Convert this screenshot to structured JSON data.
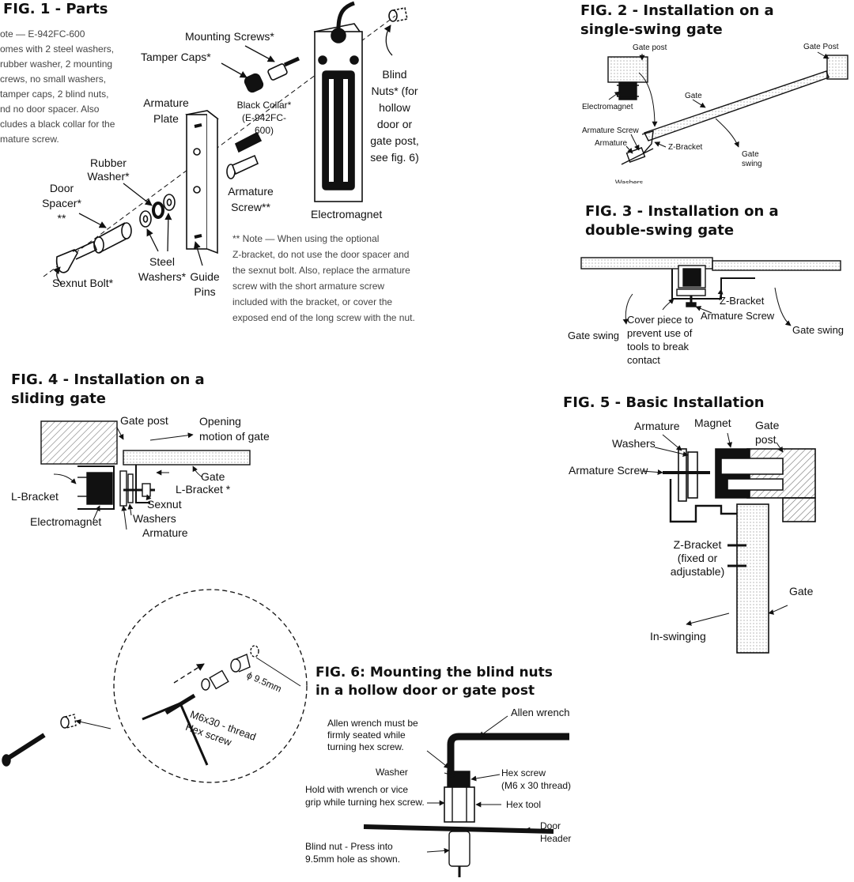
{
  "colors": {
    "ink": "#111111",
    "paper": "#ffffff",
    "note_gray": "#444444",
    "hatch": "#777777"
  },
  "fig1": {
    "title": "FIG. 1 - Parts",
    "note_left": "ote — E-942FC-600\nomes with 2 steel washers,\nrubber washer, 2 mounting\ncrews, no small washers,\ntamper caps, 2 blind nuts,\nnd no door spacer.  Also\ncludes a black collar for the\nmature screw.",
    "labels": {
      "mounting_screws": "Mounting Screws*",
      "tamper_caps": "Tamper Caps*",
      "blind_nuts": "Blind\nNuts* (for\nhollow\ndoor or\ngate post,\nsee fig. 6)",
      "armature_plate": "Armature\nPlate",
      "black_collar": "Black Collar*\n(E-942FC-600)",
      "rubber_washer": "Rubber\nWasher*",
      "door_spacer": "Door\nSpacer*\n**",
      "armature_screw": "Armature\nScrew**",
      "electromagnet": "Electromagnet",
      "steel_washers": "Steel\nWashers*",
      "guide_pins": "Guide\nPins",
      "sexnut_bolt": "Sexnut Bolt*"
    },
    "note_bottom": "**  Note — When using the optional\n      Z-bracket, do not use the door spacer and\n      the sexnut bolt.  Also, replace the armature\n      screw with the short armature screw\n      included with the bracket, or cover the\n      exposed end of the long screw with the nut."
  },
  "fig2": {
    "title": "FIG. 2 - Installation on a\nsingle-swing gate",
    "labels": {
      "gate_post_left": "Gate post",
      "gate_post_right": "Gate Post",
      "electromagnet": "Electromagnet",
      "gate": "Gate",
      "armature_screw": "Armature Screw",
      "armature": "Armature",
      "z_bracket": "Z-Bracket",
      "gate_swing": "Gate\nswing",
      "washers": "Washers"
    }
  },
  "fig3": {
    "title": "FIG. 3 - Installation on a\ndouble-swing gate",
    "labels": {
      "z_bracket": "Z-Bracket",
      "armature_screw": "Armature Screw",
      "gate_swing_left": "Gate swing",
      "gate_swing_right": "Gate swing",
      "cover_piece": "Cover piece to\nprevent use of\ntools to break\ncontact"
    }
  },
  "fig4": {
    "title": "FIG. 4 - Installation on a\nsliding gate",
    "labels": {
      "gate_post": "Gate post",
      "opening_motion": "Opening\nmotion of gate",
      "gate": "Gate",
      "l_bracket_right": "L-Bracket *",
      "l_bracket_left": "L-Bracket",
      "sexnut": "Sexnut",
      "washers": "Washers",
      "electromagnet": "Electromagnet",
      "armature": "Armature"
    }
  },
  "fig5": {
    "title": "FIG. 5 - Basic Installation",
    "labels": {
      "armature": "Armature",
      "magnet": "Magnet",
      "gate_post": "Gate\npost",
      "washers": "Washers",
      "armature_screw": "Armature Screw",
      "z_bracket": "Z-Bracket\n(fixed or\nadjustable)",
      "gate": "Gate",
      "in_swinging": "In-swinging"
    }
  },
  "fig6": {
    "title": "FIG. 6: Mounting the blind nuts\nin a hollow door or gate post",
    "labels": {
      "hole_diameter": "ϕ 9.5mm",
      "screw_spec": "M6x30 - thread\nHex screw",
      "allen_wrench": "Allen wrench",
      "allen_note": "Allen wrench must be\nfirmly seated while\nturning hex screw.",
      "washer": "Washer",
      "hex_screw": "Hex screw\n(M6 x 30 thread)",
      "hold_note": "Hold with wrench or vice\ngrip while turning hex screw.",
      "hex_tool": "Hex tool",
      "door_header": "Door\nHeader",
      "blind_nut": "Blind nut - Press into\n9.5mm hole as shown."
    }
  }
}
